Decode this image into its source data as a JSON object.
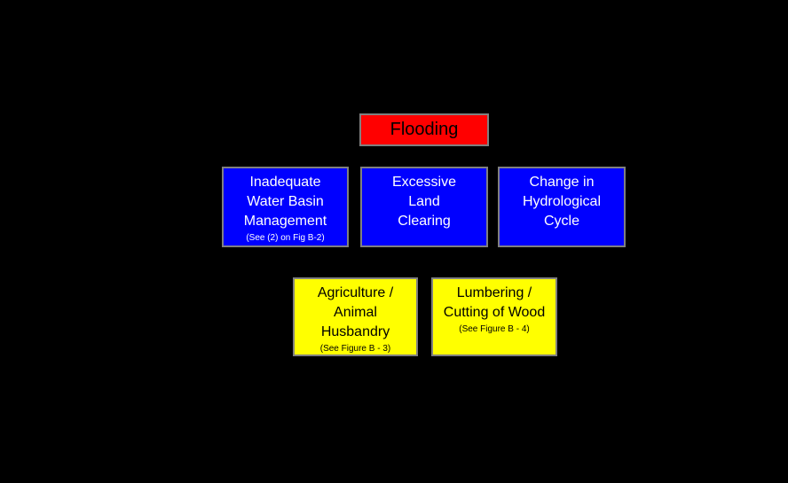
{
  "diagram": {
    "title_box": {
      "label": "Flooding"
    },
    "causes": {
      "water_basin": {
        "line1": "Inadequate",
        "line2": "Water Basin",
        "line3": "Management",
        "note": "(See (2) on Fig B-2)"
      },
      "land_clearing": {
        "line1": "Excessive",
        "line2": "Land",
        "line3": "Clearing"
      },
      "hydrological": {
        "line1": "Change in",
        "line2": "Hydrological",
        "line3": "Cycle"
      }
    },
    "subcauses": {
      "agriculture": {
        "line1": "Agriculture /",
        "line2": "Animal",
        "line3": "Husbandry",
        "note": "(See Figure B - 3)"
      },
      "lumbering": {
        "line1": "Lumbering /",
        "line2": "Cutting of Wood",
        "note": "(See Figure B - 4)"
      }
    },
    "colors": {
      "background": "#000000",
      "root_box_bg": "#ff0000",
      "root_box_text": "#000000",
      "cause_box_bg": "#0000ff",
      "cause_box_text": "#ffffff",
      "subcause_box_bg": "#ffff00",
      "subcause_box_text": "#000000",
      "box_border": "#808080"
    }
  }
}
